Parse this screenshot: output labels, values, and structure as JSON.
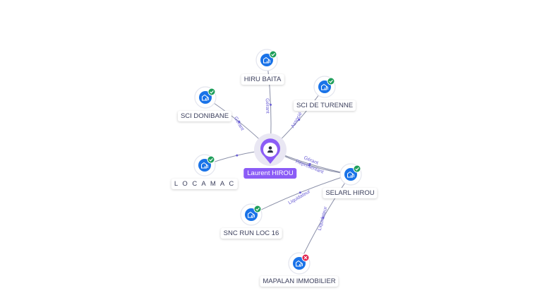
{
  "person": {
    "name": "Laurent HIROU",
    "icon": "user-icon",
    "color": "#8b5cf6"
  },
  "companies": [
    {
      "id": "hiru",
      "name": "HIRU BAITA",
      "status": "active"
    },
    {
      "id": "sci-turenne",
      "name": "SCI DE TURENNE",
      "status": "active"
    },
    {
      "id": "sci-donibane",
      "name": "SCI DONIBANE",
      "status": "active"
    },
    {
      "id": "locamac",
      "name": "L O C A M A C",
      "status": "active"
    },
    {
      "id": "selarl",
      "name": "SELARL HIROU",
      "status": "active"
    },
    {
      "id": "snc",
      "name": "SNC RUN LOC 16",
      "status": "active"
    },
    {
      "id": "mapalan",
      "name": "MAPALAN IMMOBILIER",
      "status": "closed"
    }
  ],
  "edges": [
    {
      "from": "person",
      "to": "hiru",
      "label": "Gérant"
    },
    {
      "from": "person",
      "to": "sci-turenne",
      "label": "Associé"
    },
    {
      "from": "person",
      "to": "sci-donibane",
      "label": "Gérant"
    },
    {
      "from": "person",
      "to": "locamac",
      "label": ""
    },
    {
      "from": "person",
      "to": "selarl",
      "label": "Gérant"
    },
    {
      "from": "person",
      "to": "selarl",
      "label": "Représentant"
    },
    {
      "from": "selarl",
      "to": "snc",
      "label": "Liquidateur"
    },
    {
      "from": "selarl",
      "to": "mapalan",
      "label": "Liquidateur"
    }
  ],
  "colors": {
    "node_icon": "#1a73e8",
    "active_badge": "#1e9e5a",
    "closed_badge": "#e0244e",
    "edge": "#8a8fa8",
    "edge_label": "#6b5fd6"
  },
  "icons": {
    "company": "building-icon",
    "active": "check-icon",
    "closed": "cross-icon"
  }
}
